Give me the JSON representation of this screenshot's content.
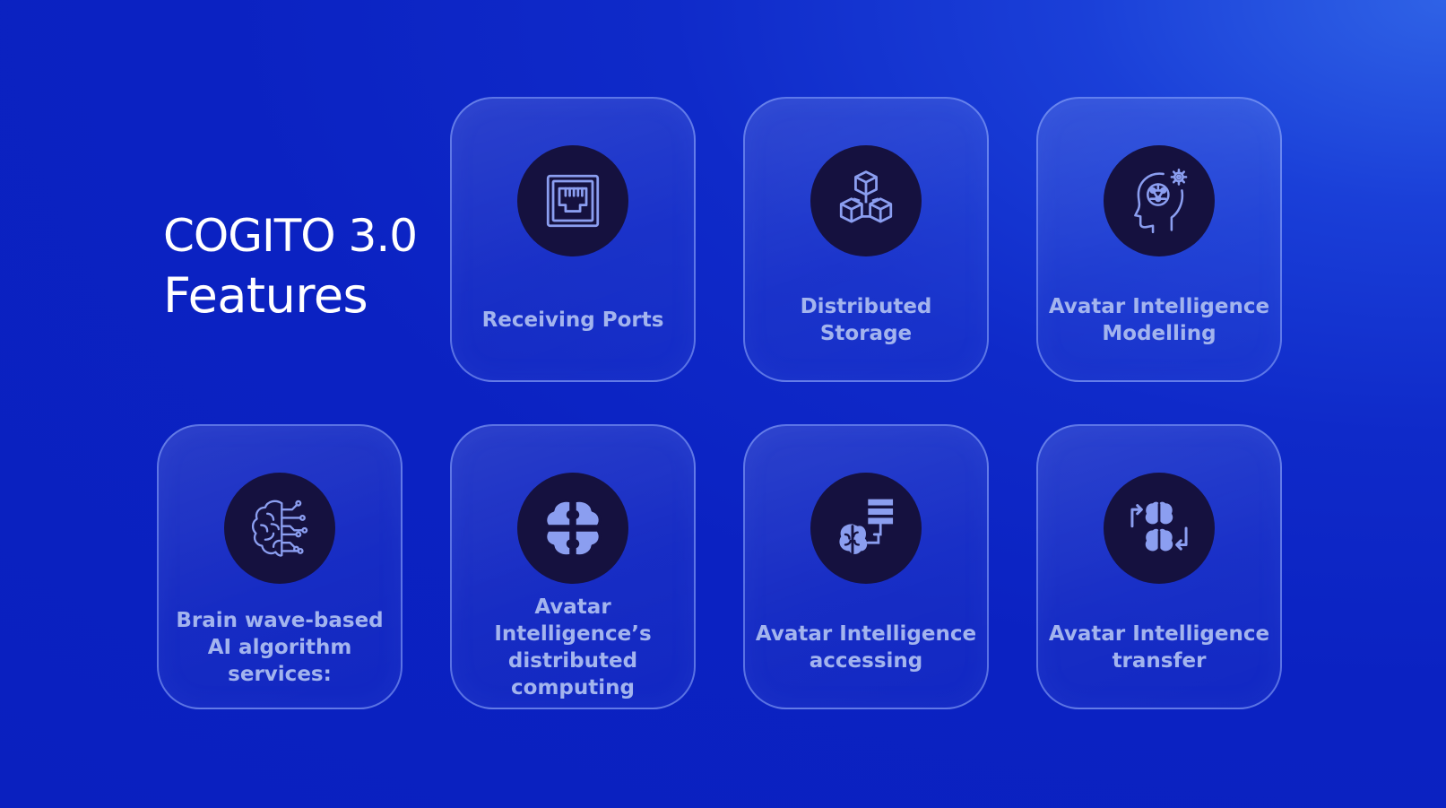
{
  "title": {
    "line1": "COGITO 3.0",
    "line2": "Features"
  },
  "colors": {
    "background": "#0b22c2",
    "icon_circle": "#15113f",
    "icon_stroke": "#8b9ef0",
    "label": "#a3b4ee",
    "title": "#ffffff"
  },
  "cards": [
    {
      "label": "Receiving Ports",
      "icon": "ethernet-port-icon"
    },
    {
      "label": "Distributed Storage",
      "icon": "cubes-network-icon"
    },
    {
      "label": "Avatar Intelligence Modelling",
      "icon": "head-brain-gear-icon"
    },
    {
      "label": "Brain wave-based AI algorithm services:",
      "icon": "circuit-brain-icon"
    },
    {
      "label": "Avatar Intelligence’s distributed computing",
      "icon": "puzzle-brain-icon"
    },
    {
      "label": "Avatar Intelligence accessing",
      "icon": "brain-server-icon"
    },
    {
      "label": "Avatar Intelligence transfer",
      "icon": "brain-transfer-icon"
    }
  ]
}
